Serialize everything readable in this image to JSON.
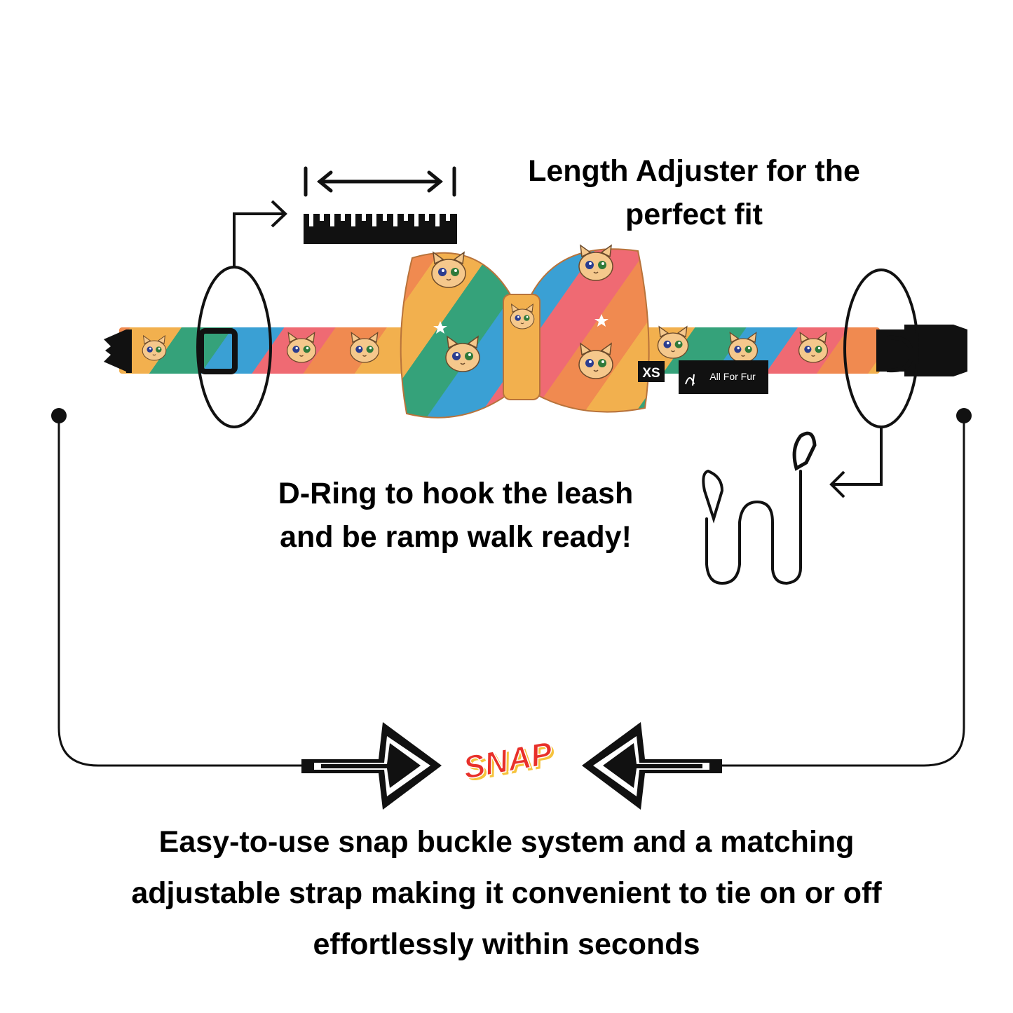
{
  "callouts": {
    "length_adjuster": [
      "Length Adjuster for the",
      "perfect fit"
    ],
    "d_ring": [
      "D-Ring to hook the leash",
      "and be ramp walk ready!"
    ],
    "snap_buckle": [
      "Easy-to-use snap buckle system and a matching",
      "adjustable strap making it convenient to tie on or off",
      "effortlessly within seconds"
    ]
  },
  "snap_word": "SNAP",
  "collar": {
    "size_tag": "XS",
    "brand_tag": "All For Fur"
  },
  "icons": [
    "ruler-icon",
    "double-arrow-icon",
    "leash-icon",
    "bent-arrow-icon",
    "big-arrow-icon",
    "dot-icon"
  ],
  "colors": {
    "text": "#000000",
    "snap_red": "#e8302a",
    "snap_yellow": "#f6c33c",
    "stripe_pink": "#ef6a73",
    "stripe_orange": "#f08a50",
    "stripe_yellow": "#f2b04e",
    "stripe_green": "#35a27a",
    "stripe_blue": "#3aa0d4",
    "cat_fur": "#f5c88c"
  }
}
